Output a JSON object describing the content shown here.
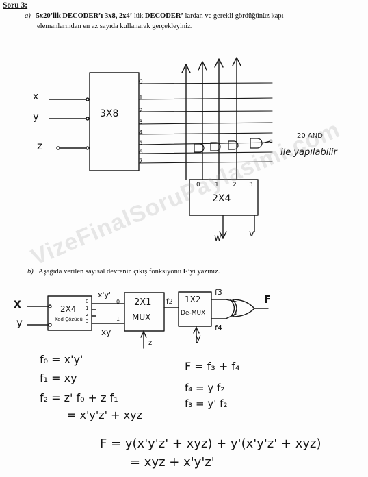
{
  "header": {
    "title": "Soru 3:",
    "part_a": {
      "label": "a)",
      "b1": "5x20’lik DECODER’ı",
      "b2": "3x8, 2x4’",
      "t1": "lük",
      "b3": "DECODER’",
      "t2": "lardan ve gerekli gördüğünüz kapı",
      "line2": "elemanlarından en az sayıda kullanarak gerçekleyiniz."
    },
    "part_b": {
      "label": "b)",
      "text1": "Aşağıda verilen sayısal devrenin çıkış fonksiyonu",
      "bold": "F",
      "text2": "’yi yazınız."
    }
  },
  "diagram_a": {
    "inputs": [
      "x",
      "y",
      "z"
    ],
    "dec38_label": "3X8",
    "dec38_outputs": [
      "0",
      "1",
      "2",
      "3",
      "4",
      "5",
      "6",
      "7"
    ],
    "dec24_label": "2X4",
    "dec24_outputs": [
      "0",
      "1",
      "2",
      "3"
    ],
    "dec24_inputs": [
      "w",
      "v"
    ],
    "note_line1": "20 AND",
    "note_line2": "ile yapılabilir"
  },
  "diagram_b": {
    "x_label": "X",
    "y_label": "y",
    "dec_label": "2X4",
    "dec_sub": "Kod Çözücü",
    "dec_outputs": [
      "0",
      "1",
      "2",
      "3"
    ],
    "mux_label1": "2X1",
    "mux_label2": "MUX",
    "mux_in0": "0",
    "mux_in1": "1",
    "sig_xy_prime": "x'y'",
    "sig_xy": "xy",
    "sig_z": "z",
    "f2": "f2",
    "demux_label1": "1X2",
    "demux_label2": "De-MUX",
    "demux_sel": "y",
    "f3": "f3",
    "f4": "f4",
    "out_label": "F"
  },
  "equations": {
    "f0": "f₀ = x'y'",
    "f1": "f₁ = xy",
    "f2": "f₂ = z' f₀ + z f₁",
    "f2b": "= x'y'z' + xyz",
    "F": "F = f₃ + f₄",
    "f4": "f₄ = y f₂",
    "f3": "f₃ = y' f₂",
    "F_full": "F = y(x'y'z' + xyz) + y'(x'y'z' + xyz)",
    "F_simpl": "= xyz + x'y'z'"
  },
  "watermark": "VizeFinalSoruPaylasimi.com"
}
